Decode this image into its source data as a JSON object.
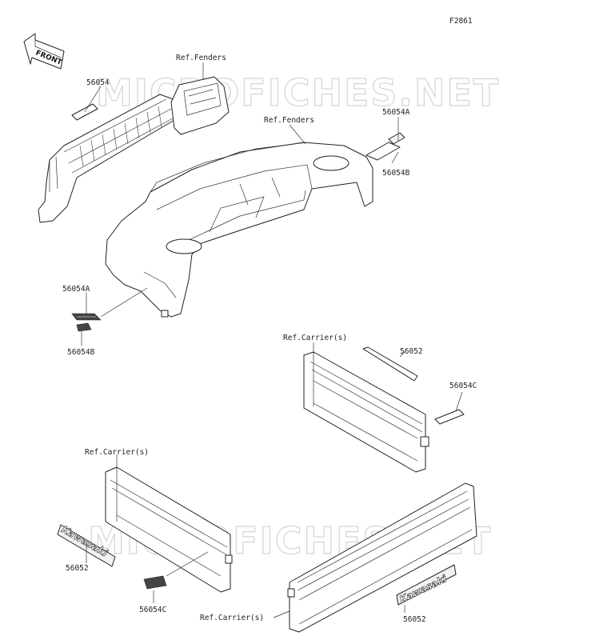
{
  "diagram_code": "F2861",
  "front_badge": "FRONT",
  "watermark": "MICROFICHES.NET",
  "decal_text": "Kawasaki",
  "labels": {
    "p56054_top": "56054",
    "ref_fenders_1": "Ref.Fenders",
    "ref_fenders_2": "Ref.Fenders",
    "p56054A_right": "56054A",
    "p56054B_right": "56054B",
    "p56054A_left": "56054A",
    "p56054B_left": "56054B",
    "ref_carriers_1": "Ref.Carrier(s)",
    "p56052_right": "56052",
    "p56054C_right": "56054C",
    "ref_carriers_2": "Ref.Carrier(s)",
    "p56052_left": "56052",
    "p56054C_left": "56054C",
    "ref_carriers_3": "Ref.Carrier(s)",
    "p56052_bottom": "56052"
  }
}
